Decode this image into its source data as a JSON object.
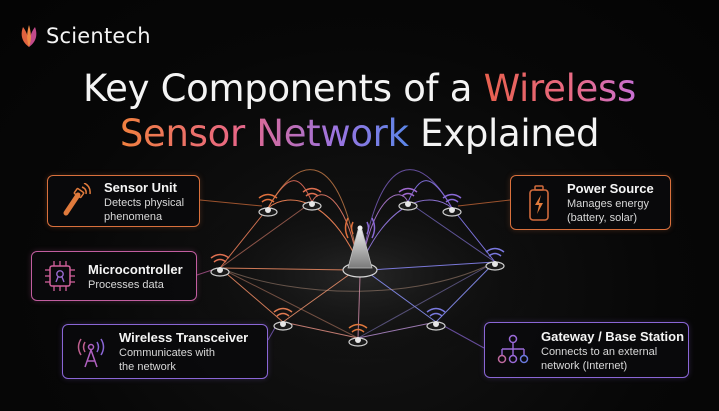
{
  "brand": {
    "name": "Scientech"
  },
  "title": {
    "line1_plain": "Key Components of a ",
    "line1_accent": "Wireless",
    "line2_accent": "Sensor Network",
    "line2_plain": " Explained"
  },
  "components": {
    "sensor_unit": {
      "title": "Sensor Unit",
      "desc_line1": "Detects physical",
      "desc_line2": "phenomena",
      "icon": "sensor-probe-icon"
    },
    "microcontroller": {
      "title": "Microcontroller",
      "desc_line1": "Processes data",
      "icon": "chip-icon"
    },
    "wireless_transceiver": {
      "title": "Wireless Transceiver",
      "desc_line1": "Communicates with",
      "desc_line2": "the network",
      "icon": "antenna-icon"
    },
    "power_source": {
      "title": "Power Source",
      "desc_line1": "Manages energy",
      "desc_line2": "(battery, solar)",
      "icon": "battery-icon"
    },
    "gateway": {
      "title": "Gateway / Base Station",
      "desc_line1": "Connects to an external",
      "desc_line2": "network (Internet)",
      "icon": "hierarchy-icon"
    }
  },
  "colors": {
    "orange": "#d9703c",
    "pink": "#c25ea0",
    "purple": "#8a66d6",
    "blue": "#5a86e8"
  }
}
